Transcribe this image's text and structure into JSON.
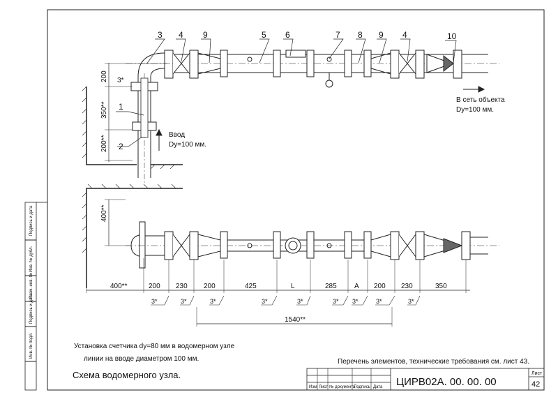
{
  "positions": [
    "3",
    "4",
    "9",
    "5",
    "6",
    "7",
    "8",
    "9",
    "4",
    "10",
    "1",
    "2"
  ],
  "elevation_dims": [
    "200",
    "3*",
    "350**",
    "200**"
  ],
  "plan_dim_400": "400**",
  "dims_row": [
    "400**",
    "200",
    "230",
    "200",
    "425",
    "L",
    "285",
    "A",
    "200",
    "230",
    "350"
  ],
  "weld_marks": [
    "3*",
    "3*",
    "3*",
    "3*",
    "3*",
    "3*",
    "3*",
    "3*",
    "3*"
  ],
  "overall_dim": "1540**",
  "inlet": {
    "line1": "Ввод",
    "line2": "Dy=100 мм."
  },
  "outlet": {
    "line1": "В сеть объекта",
    "line2": "Dy=100 мм."
  },
  "note_left": {
    "line1": "Установка счетчика dy=80 мм в водомерном узле",
    "line2": "линии на вводе диаметром 100 мм."
  },
  "note_right": "Перечень элементов, технические требования см. лист 43.",
  "caption": "Схема водомерного узла.",
  "title_block": {
    "code": "ЦИРВ02А. 00. 00. 00",
    "sheet_label": "Лист",
    "sheet_no": "42",
    "cols": [
      "Изм",
      "Лист",
      "№ документа",
      "Подпись",
      "Дата"
    ]
  },
  "side_stamps": [
    "Подпись и дата",
    "Инв. № дубл.",
    "Взам. инв. №",
    "Подпись и дата",
    "Инв. № подл."
  ]
}
